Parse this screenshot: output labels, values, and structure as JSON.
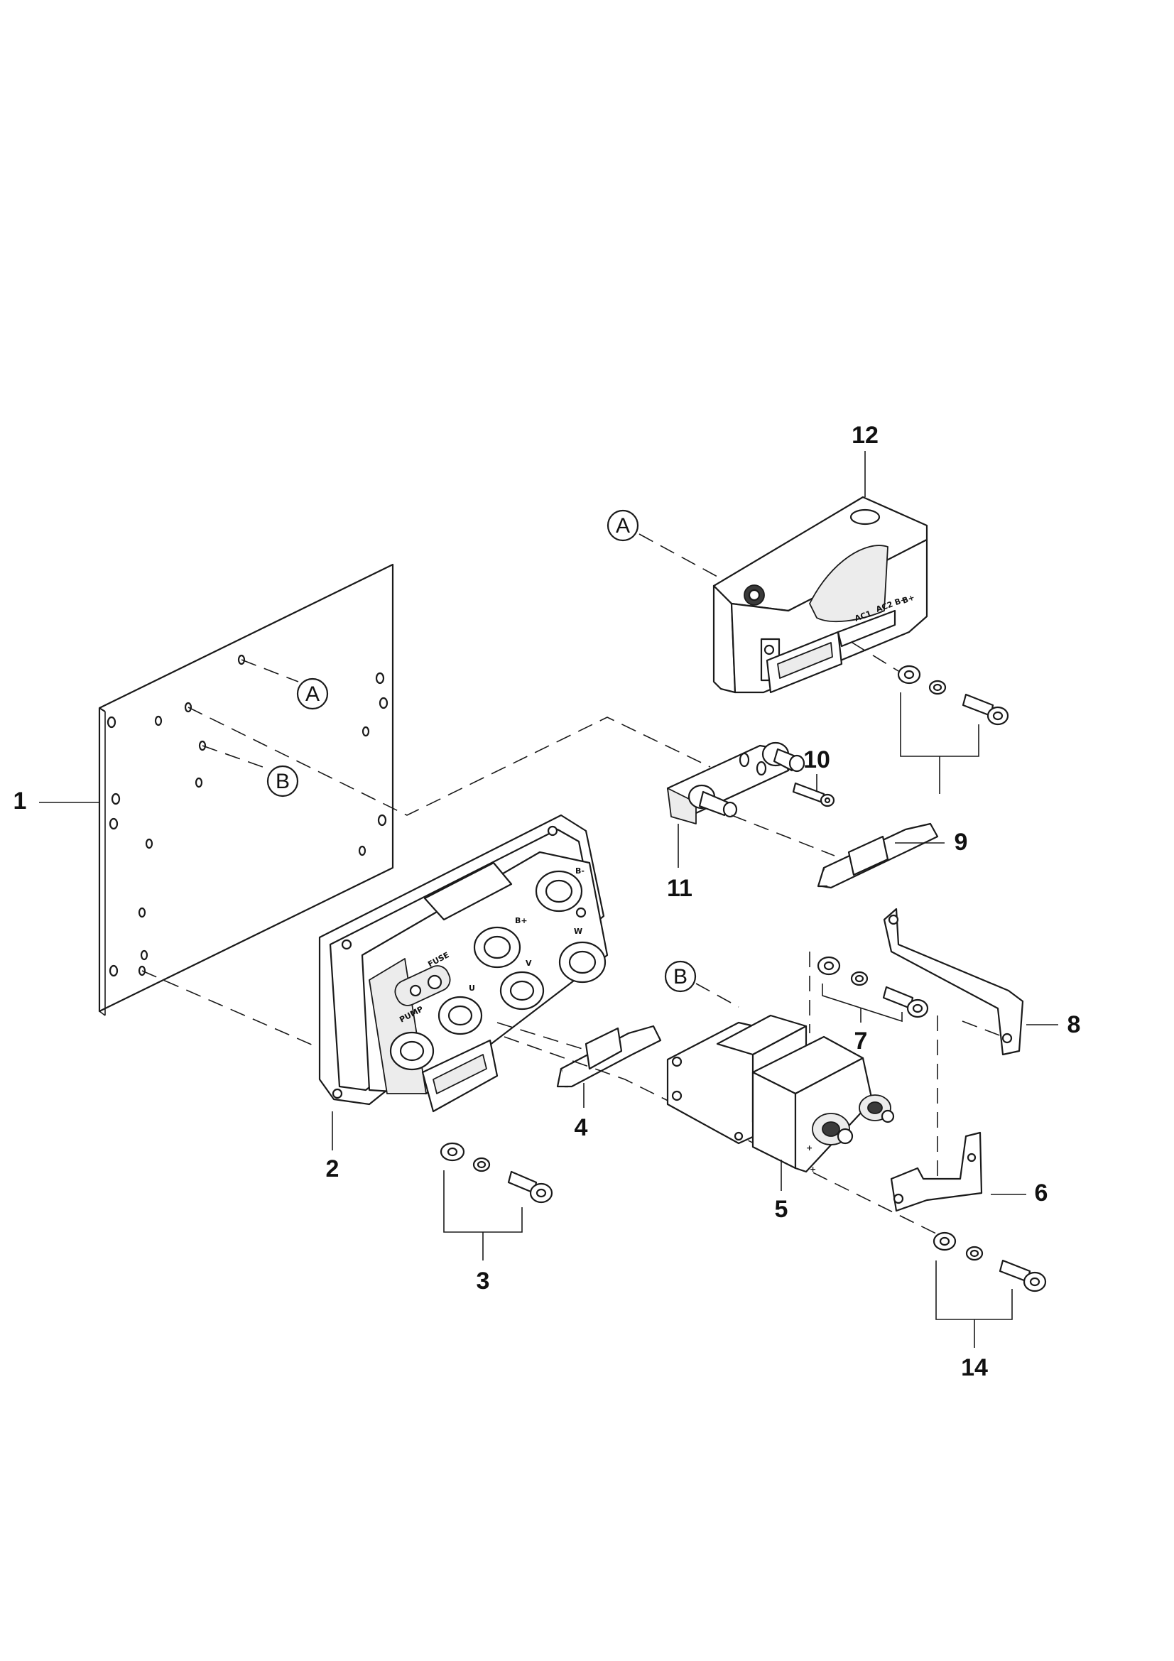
{
  "callouts": {
    "c1": "1",
    "c2": "2",
    "c3": "3",
    "c4": "4",
    "c5": "5",
    "c6": "6",
    "c7": "7",
    "c8": "8",
    "c9": "9",
    "c10": "10",
    "c11": "11",
    "c12": "12",
    "c14": "14"
  },
  "refs": {
    "a_top": "A",
    "a_plate": "A",
    "b_plate": "B",
    "b_relay": "B"
  },
  "controller_markings": {
    "fuse": "FUSE",
    "pump": "PUMP",
    "u": "U",
    "v": "V",
    "w": "W",
    "b_plus": "B+",
    "b_minus": "B-"
  },
  "module_markings": {
    "m1": "AC1",
    "m2": "AC2 B+",
    "m3": "B+"
  }
}
